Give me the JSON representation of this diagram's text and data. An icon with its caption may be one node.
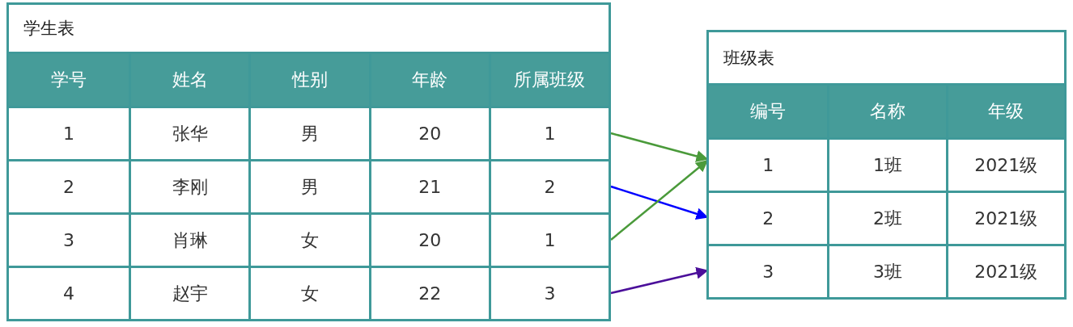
{
  "diagram": {
    "nodes": [
      {
        "text": [
          "学生表"
        ]
      },
      {
        "text": [
          "学号",
          "姓名",
          "性别",
          "年龄",
          "所属班级"
        ],
        "in": 0
      },
      {
        "text": [
          "1",
          "张华",
          "男",
          "20",
          "1"
        ],
        "in": 0
      },
      {
        "text": [
          "2",
          "李刚",
          "男",
          "21",
          "2"
        ],
        "in": 0
      },
      {
        "text": [
          "3",
          "肖琳",
          "女",
          "20",
          "1"
        ],
        "in": 0
      },
      {
        "text": [
          "4",
          "赵宇",
          "女",
          "22",
          "3"
        ],
        "in": 0
      },
      {
        "text": [
          "班级表"
        ]
      },
      {
        "text": [
          "编号",
          "名称",
          "年级"
        ],
        "in": 6
      },
      {
        "text": [
          "1",
          "1班",
          "2021级"
        ],
        "in": 6
      },
      {
        "text": [
          "2",
          "2班",
          "2021级"
        ],
        "in": 6
      },
      {
        "text": [
          "3",
          "3班",
          "2021级"
        ],
        "in": 6
      }
    ],
    "edges": [
      {
        "from": 2,
        "to": 8,
        "arrow": "to",
        "color": "#4a9a3a"
      },
      {
        "from": 3,
        "to": 9,
        "arrow": "to",
        "color": "#0000ff"
      },
      {
        "from": 4,
        "to": 8,
        "arrow": "to",
        "color": "#4a9a3a"
      },
      {
        "from": 5,
        "to": 10,
        "arrow": "to",
        "color": "#4b0f9a"
      }
    ]
  }
}
